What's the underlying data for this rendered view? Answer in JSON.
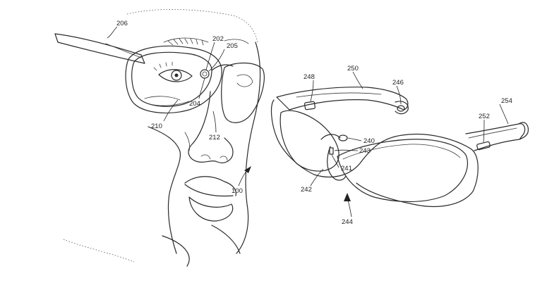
{
  "labels": {
    "l206": "206",
    "l202": "202",
    "l205": "205",
    "l204": "204",
    "l210": "210",
    "l212": "212",
    "l100": "100",
    "l248": "248",
    "l250": "250",
    "l246": "246",
    "l240": "240",
    "l243": "243",
    "l241": "241",
    "l252": "252",
    "l254": "254",
    "l242": "242",
    "l244": "244"
  },
  "colors": {
    "line": "#2a2a2a",
    "background": "#ffffff"
  }
}
